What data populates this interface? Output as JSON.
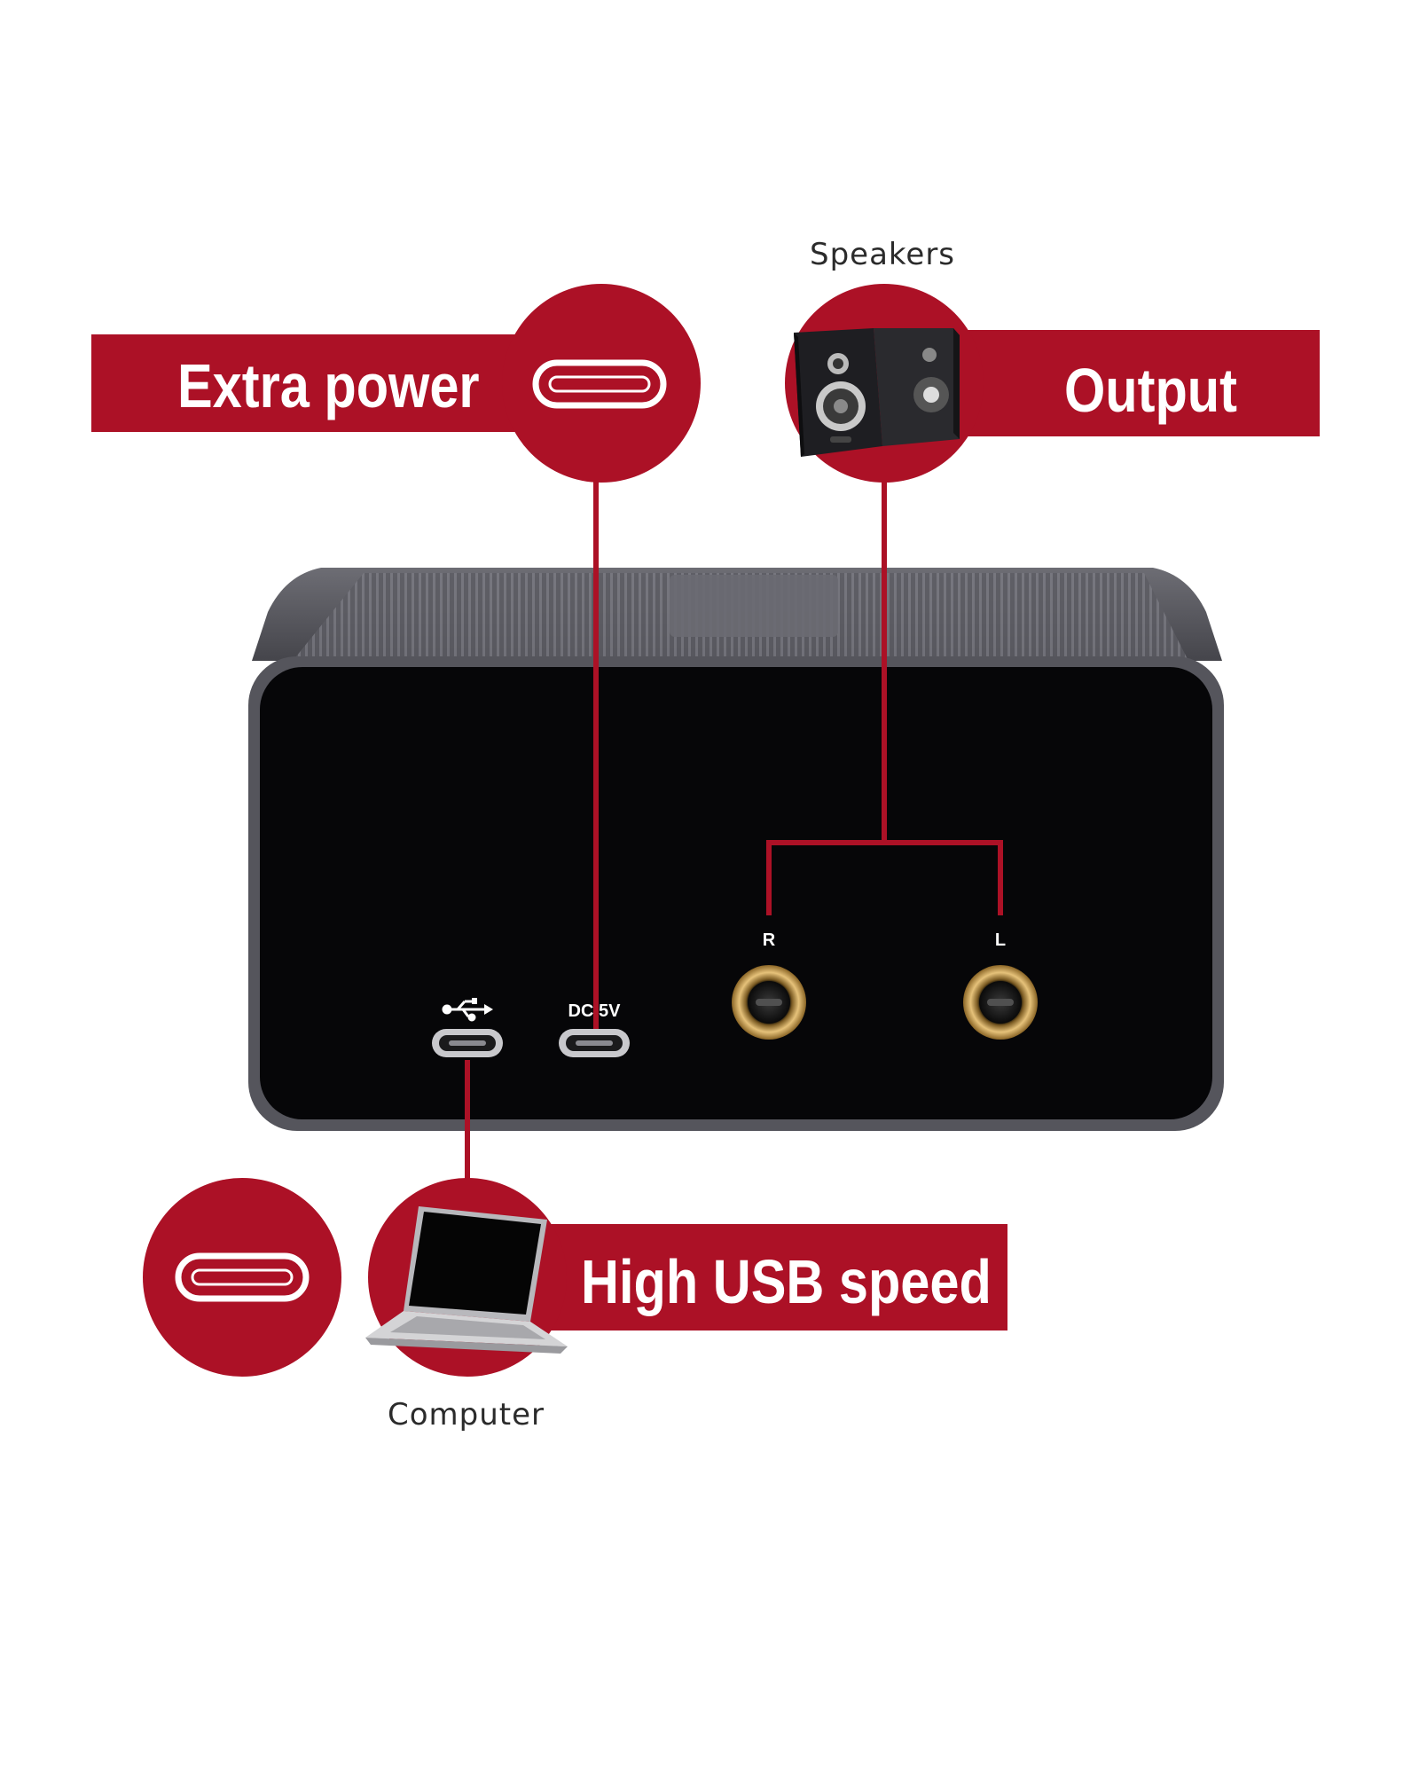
{
  "callouts": {
    "extra_power": "Extra power",
    "output": "Output",
    "usb": "High USB speed"
  },
  "captions": {
    "speakers": "Speakers",
    "computer": "Computer"
  },
  "device": {
    "port_dc": "DC/5V",
    "jack_right": "R",
    "jack_left": "L"
  },
  "icons": [
    "usb-c-icon",
    "speakers-icon",
    "laptop-icon",
    "usb-symbol-icon"
  ],
  "colors": {
    "accent": "#ac1126",
    "device_body": "#56565e",
    "device_face": "#060608",
    "jack_ring": "#c9a35a"
  }
}
